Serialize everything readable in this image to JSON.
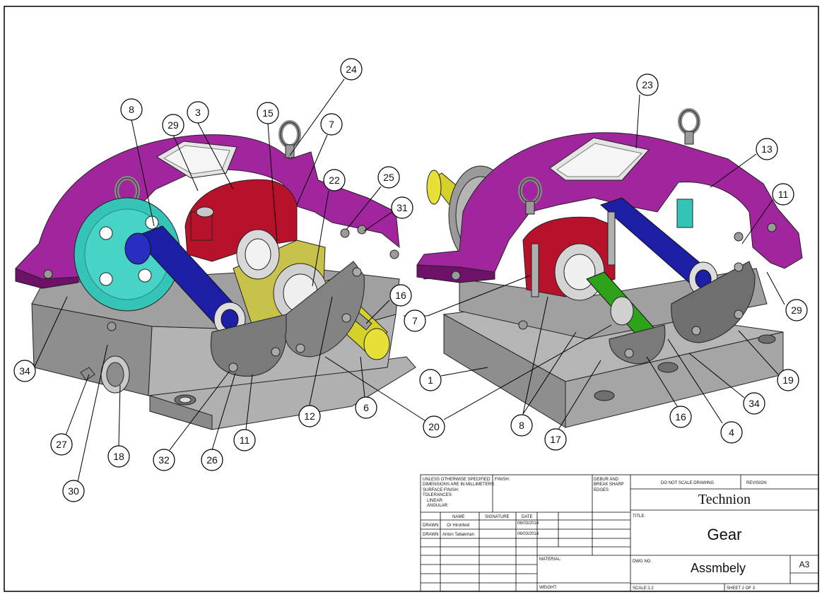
{
  "balloons": [
    {
      "label": "8"
    },
    {
      "label": "29"
    },
    {
      "label": "3"
    },
    {
      "label": "15"
    },
    {
      "label": "24"
    },
    {
      "label": "7"
    },
    {
      "label": "22"
    },
    {
      "label": "25"
    },
    {
      "label": "31"
    },
    {
      "label": "16"
    },
    {
      "label": "7"
    },
    {
      "label": "34"
    },
    {
      "label": "27"
    },
    {
      "label": "18"
    },
    {
      "label": "30"
    },
    {
      "label": "32"
    },
    {
      "label": "26"
    },
    {
      "label": "11"
    },
    {
      "label": "12"
    },
    {
      "label": "6"
    },
    {
      "label": "20"
    },
    {
      "label": "23"
    },
    {
      "label": "13"
    },
    {
      "label": "11"
    },
    {
      "label": "29"
    },
    {
      "label": "19"
    },
    {
      "label": "34"
    },
    {
      "label": "4"
    },
    {
      "label": "16"
    },
    {
      "label": "17"
    },
    {
      "label": "8"
    },
    {
      "label": "1"
    }
  ],
  "colors": {
    "housing": "#a1259c",
    "housing_dark": "#6d1169",
    "base": "#b9b9b9",
    "base_dark": "#8c8c8c",
    "teal": "#35c5b8",
    "blue": "#1c1fa6",
    "red": "#b8112c",
    "yellow": "#d6d02a",
    "green": "#2fa21c",
    "grey_gear": "#6f6f6f"
  },
  "title_block": {
    "spec_lines": [
      "UNLESS OTHERWISE SPECIFIED:",
      "DIMENSIONS ARE IN MILLIMETERS",
      "SURFACE FINISH:",
      "TOLERANCES:",
      "LINEAR:",
      "ANGULAR:"
    ],
    "finish_label": "FINISH:",
    "debur_lines": [
      "DEBUR AND",
      "BREAK SHARP",
      "EDGES"
    ],
    "do_not_scale": "DO NOT SCALE DRAWING",
    "revision_label": "REVISION",
    "company": "Technion",
    "title_label": "TITLE:",
    "title": "Gear",
    "headers": {
      "name": "NAME",
      "signature": "SIGNATURE",
      "date": "DATE"
    },
    "rows": [
      {
        "role": "DRAWN",
        "name": "Or Hirshfeld",
        "date": "06/03/2014"
      },
      {
        "role": "DRAWN",
        "name": "Anton Tabakman",
        "date": "06/03/2014"
      }
    ],
    "material_label": "MATERIAL:",
    "dwg_no_label": "DWG NO.",
    "dwg_no": "Assmbely",
    "size": "A3",
    "weight_label": "WEIGHT:",
    "scale": "SCALE:1:2",
    "sheet": "SHEET 2 OF 3"
  }
}
